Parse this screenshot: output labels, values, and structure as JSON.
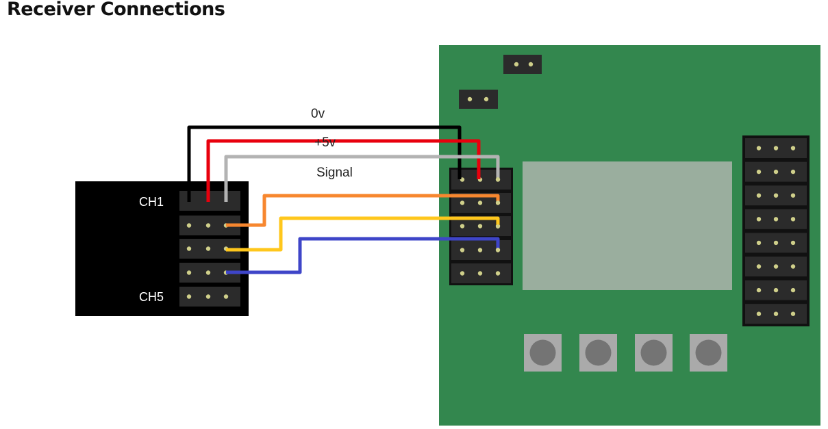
{
  "title": "Receiver Connections",
  "receiver": {
    "channel_labels": {
      "first": "CH1",
      "last": "CH5"
    },
    "channel_count": 5,
    "pins_per_channel": 3
  },
  "wire_labels": {
    "ground": "0v",
    "power": "+5v",
    "signal": "Signal"
  },
  "colors": {
    "board": "#33874e",
    "receiver_body": "#000000",
    "header": "#2b2b2b",
    "pin": "#cfcf8a",
    "wire_ground": "#000000",
    "wire_power": "#e8000d",
    "wire_signal": "#b3b3b3",
    "wire_ch2": "#f7872f",
    "wire_ch3": "#ffc71c",
    "wire_ch4": "#3e45c8",
    "lcd": "#9aae9e",
    "button_face": "#aaaaaa",
    "button_cap": "#747474"
  },
  "board": {
    "input_header_rows": 5,
    "right_header_rows": 8,
    "small_header_count": 2,
    "button_count": 4
  }
}
